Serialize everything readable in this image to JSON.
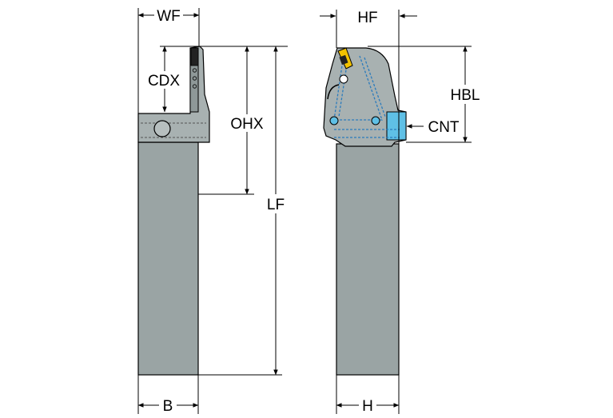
{
  "labels": {
    "wf": "WF",
    "cdx": "CDX",
    "ohx": "OHX",
    "lf": "LF",
    "b": "B",
    "hf": "HF",
    "hbl": "HBL",
    "cnt": "CNT",
    "h": "H"
  },
  "colors": {
    "shank": "#9aa4a4",
    "shank_edge": "#000000",
    "head": "#a8b1b1",
    "coolant": "#5fc0e6",
    "coolant_dash": "#2a7bbd",
    "insert": "#f2c200",
    "line": "#000000"
  }
}
